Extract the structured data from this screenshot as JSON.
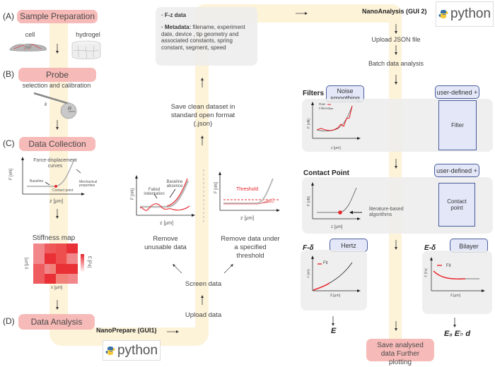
{
  "steps": {
    "a": {
      "letter": "(A)",
      "title": "Sample Preparation",
      "items": [
        "cell",
        "hydrogel"
      ]
    },
    "b": {
      "letter": "(B)",
      "title": "Probe",
      "subtitle": "selection and calibration",
      "symbols": {
        "spring": "k",
        "radius": "R"
      }
    },
    "c": {
      "letter": "(C)",
      "title": "Data Collection",
      "plot": {
        "title": "Force-displacement curves",
        "ylabel": "F [nN]",
        "xlabel": "z [µm]",
        "annotations": {
          "baseline": "Baseline",
          "contact": "Contact point",
          "mech": "Mechanical properties"
        }
      }
    },
    "map": {
      "title": "Stiffness map",
      "xlabel": "x [µm]",
      "ylabel": "y [µm]",
      "colorbar": "E [Pa]",
      "grid": [
        [
          0.55,
          0.75,
          0.8,
          0.95
        ],
        [
          0.55,
          0.95,
          0.8,
          0.55
        ],
        [
          0.75,
          0.55,
          0.95,
          0.95
        ],
        [
          0.75,
          0.95,
          0.55,
          0.55
        ]
      ]
    },
    "d": {
      "letter": "(D)",
      "title": "Data Analysis"
    }
  },
  "gui1": {
    "name": "NanoPrepare (GUI1)",
    "python": "python"
  },
  "prepare": {
    "upload": "Upload data",
    "screen": "Screen data",
    "remove_unusable": {
      "label": "Remove unusable data",
      "ylabel": "F [nN]",
      "xlabel": "z [µm]",
      "failed": "Failed indentation",
      "baseline": "Baseline absence"
    },
    "remove_threshold": {
      "label": "Remove data under a specified threshold",
      "ylabel": "F [nN]",
      "xlabel": "z [µm]",
      "threshold": "Threshold"
    },
    "save": "Save clean dataset in standard open format (.json)",
    "json_box": {
      "fz": "· F-z data",
      "meta_label": "· Metadata:",
      "meta_text": " filename, experiment date, device , tip geometry and associated constants, spring constant, segment, speed"
    }
  },
  "gui2": {
    "name": "NanoAnalysis (GUI 2)",
    "python": "python",
    "upload": "Upload JSON file",
    "batch": "Batch data analysis",
    "filters": {
      "title": "Filters",
      "method": "Noise smoothing",
      "user_defined": "user-defined +",
      "panel": "Filter",
      "legend": [
        "Raw",
        "Filtered"
      ],
      "ylabel": "F [nN]",
      "xlabel": "z [µm]"
    },
    "contact": {
      "title": "Contact Point",
      "user_defined": "user-defined +",
      "panel": "Contact point",
      "note": "literature-based algorithms",
      "ylabel": "F [nN]",
      "xlabel": "z [µm]"
    },
    "hertz": {
      "title": "F-δ",
      "model": "Hertz",
      "legend": "Fit",
      "ylabel": "F [nN]",
      "xlabel": "δ [µm]",
      "result": "E"
    },
    "bilayer": {
      "title": "E-δ",
      "model": "Bilayer",
      "legend": "Fit",
      "ylabel": "E [Pa]",
      "xlabel": "δ [µm]",
      "result": "E₀ E♭ d"
    },
    "save": "Save analysed data Further plotting"
  },
  "colors": {
    "step_pill": "#f6b5b3",
    "flow": "#fdf3d9",
    "method_box": "#e3e7f8",
    "method_border": "#4a5d9c",
    "red": "#e8252b"
  }
}
